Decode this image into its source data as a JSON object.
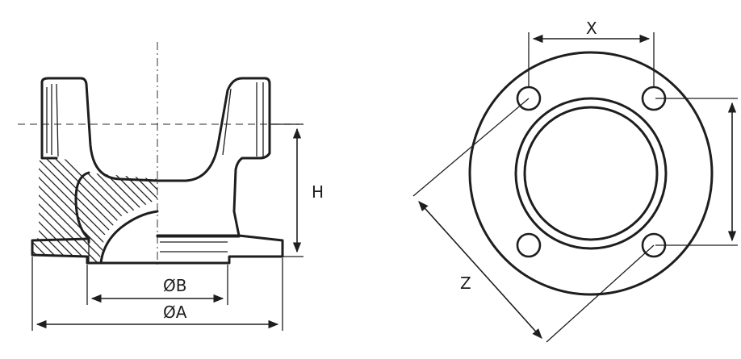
{
  "diagram": {
    "side_view": {
      "labels": {
        "height": "H",
        "diameter_b": "ØB",
        "diameter_a": "ØA"
      }
    },
    "top_view": {
      "labels": {
        "hole_spacing_x": "X",
        "hole_spacing_z": "Z"
      }
    }
  }
}
